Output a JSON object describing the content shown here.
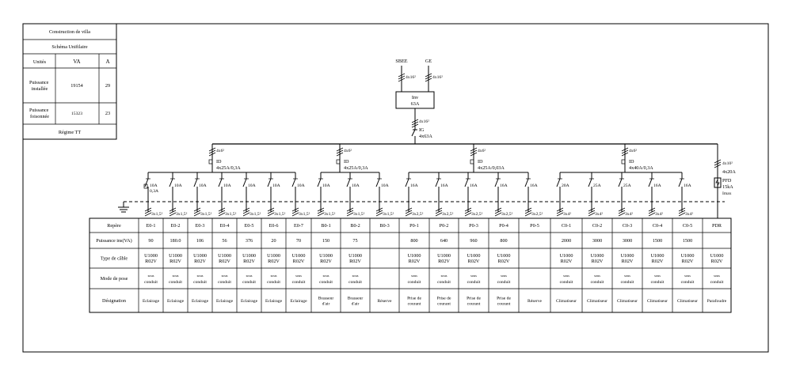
{
  "info": {
    "title": "Construction de villa",
    "subtitle": "Schéma Unifilaire",
    "headers": [
      "Unités",
      "VA",
      "A"
    ],
    "rows": [
      {
        "label": [
          "Puissance",
          "installée"
        ],
        "va": "19154",
        "a": "29"
      },
      {
        "label": [
          "Puissance",
          "foisonnée"
        ],
        "va": "15323",
        "a": "23"
      }
    ],
    "regime": "Régime TT"
  },
  "sources": {
    "left": {
      "name": "SBEE",
      "cable": "4x16²"
    },
    "right": {
      "name": "GE",
      "cable": "4x16²"
    }
  },
  "inverter": {
    "label": "Inv",
    "rating": "63A"
  },
  "main_breaker": {
    "cable": "4x16²",
    "name": "IG",
    "rating": "4x63A"
  },
  "groups": [
    {
      "cable": "4x6²",
      "name": "ID",
      "rating": "4x25A/0,3A"
    },
    {
      "cable": "4x6²",
      "name": "ID",
      "rating": "4x25A/0,3A"
    },
    {
      "cable": "4x6²",
      "name": "ID",
      "rating": "4x25A/0,03A"
    },
    {
      "cable": "4x6²",
      "name": "ID",
      "rating": "4x40A/0,3A"
    }
  ],
  "surge": {
    "cable": "4x10²",
    "breaker": "4x20A",
    "name": "PFD",
    "rating": "15kA",
    "type": "Imax"
  },
  "table_labels": [
    "Repère",
    "Puissance ins(VA)",
    "Type de câble",
    "Mode de pose",
    "Désignation"
  ],
  "circuits": [
    {
      "breaker": [
        "10A",
        "0,3A"
      ],
      "cable": "3x1,5²",
      "repere": "E0-1",
      "power": "90",
      "type": [
        "U1000",
        "R02V"
      ],
      "pose": [
        "sous",
        "conduit"
      ],
      "designation": [
        "Eclairage"
      ]
    },
    {
      "breaker": [
        "10A"
      ],
      "cable": "3x1,5²",
      "repere": "E0-2",
      "power": "180.0",
      "type": [
        "U1000",
        "R02V"
      ],
      "pose": [
        "sous",
        "conduit"
      ],
      "designation": [
        "Eclairage"
      ]
    },
    {
      "breaker": [
        "10A"
      ],
      "cable": "3x1,5²",
      "repere": "E0-3",
      "power": "106",
      "type": [
        "U1000",
        "R02V"
      ],
      "pose": [
        "sous",
        "conduit"
      ],
      "designation": [
        "Eclairage"
      ]
    },
    {
      "breaker": [
        "10A"
      ],
      "cable": "3x1,5²",
      "repere": "E0-4",
      "power": "56",
      "type": [
        "U1000",
        "R02V"
      ],
      "pose": [
        "sous",
        "conduit"
      ],
      "designation": [
        "Eclairage"
      ]
    },
    {
      "breaker": [
        "10A"
      ],
      "cable": "3x1,5²",
      "repere": "E0-5",
      "power": "376",
      "type": [
        "U1000",
        "R02V"
      ],
      "pose": [
        "sous",
        "conduit"
      ],
      "designation": [
        "Eclairage"
      ]
    },
    {
      "breaker": [
        "10A"
      ],
      "cable": "3x1,5²",
      "repere": "E0-6",
      "power": "20",
      "type": [
        "U1000",
        "R02V"
      ],
      "pose": [
        "sous",
        "conduit"
      ],
      "designation": [
        "Eclairage"
      ]
    },
    {
      "breaker": [
        "10A"
      ],
      "cable": "3x1,5²",
      "repere": "E0-7",
      "power": "70",
      "type": [
        "U1000",
        "R02V"
      ],
      "pose": [
        "sous",
        "conduit"
      ],
      "designation": [
        "Eclairage"
      ]
    },
    {
      "breaker": [
        "10A"
      ],
      "cable": "3x1,5²",
      "repere": "B0-1",
      "power": "150",
      "type": [
        "U1000",
        "R02V"
      ],
      "pose": [
        "sous",
        "conduit"
      ],
      "designation": [
        "Brasseur",
        "d'air"
      ]
    },
    {
      "breaker": [
        "10A"
      ],
      "cable": "3x1,5²",
      "repere": "B0-2",
      "power": "75",
      "type": [
        "U1000",
        "R02V"
      ],
      "pose": [
        "sous",
        "conduit"
      ],
      "designation": [
        "Brasseur",
        "d'air"
      ]
    },
    {
      "breaker": [
        "10A"
      ],
      "cable": "3x1,5²",
      "repere": "B0-3",
      "power": "",
      "type": [],
      "pose": [],
      "designation": [
        "Réserve"
      ]
    },
    {
      "breaker": [
        "16A"
      ],
      "cable": "3x2,5²",
      "repere": "P0-1",
      "power": "800",
      "type": [
        "U1000",
        "R02V"
      ],
      "pose": [
        "sous",
        "conduit"
      ],
      "designation": [
        "Prise de",
        "courant"
      ]
    },
    {
      "breaker": [
        "16A"
      ],
      "cable": "3x2,5²",
      "repere": "P0-2",
      "power": "640",
      "type": [
        "U1000",
        "R02V"
      ],
      "pose": [
        "sous",
        "conduit"
      ],
      "designation": [
        "Prise de",
        "courant"
      ]
    },
    {
      "breaker": [
        "16A"
      ],
      "cable": "3x2,5²",
      "repere": "P0-3",
      "power": "960",
      "type": [
        "U1000",
        "R02V"
      ],
      "pose": [
        "sous",
        "conduit"
      ],
      "designation": [
        "Prise de",
        "courant"
      ]
    },
    {
      "breaker": [
        "16A"
      ],
      "cable": "3x2,5²",
      "repere": "P0-4",
      "power": "800",
      "type": [
        "U1000",
        "R02V"
      ],
      "pose": [
        "sous",
        "conduit"
      ],
      "designation": [
        "Prise de",
        "courant"
      ]
    },
    {
      "breaker": [
        "16A"
      ],
      "cable": "3x2,5²",
      "repere": "P0-5",
      "power": "",
      "type": [],
      "pose": [],
      "designation": [
        "Réserve"
      ]
    },
    {
      "breaker": [
        "20A"
      ],
      "cable": "3x4²",
      "repere": "C0-1",
      "power": "2000",
      "type": [
        "U1000",
        "R02V"
      ],
      "pose": [
        "sous",
        "conduit"
      ],
      "designation": [
        "Climatiseur"
      ]
    },
    {
      "breaker": [
        "25A"
      ],
      "cable": "3x4²",
      "repere": "C0-2",
      "power": "3000",
      "type": [
        "U1000",
        "R02V"
      ],
      "pose": [
        "sous",
        "conduit"
      ],
      "designation": [
        "Climatiseur"
      ]
    },
    {
      "breaker": [
        "25A"
      ],
      "cable": "3x4²",
      "repere": "C0-3",
      "power": "3000",
      "type": [
        "U1000",
        "R02V"
      ],
      "pose": [
        "sous",
        "conduit"
      ],
      "designation": [
        "Climatiseur"
      ]
    },
    {
      "breaker": [
        "16A"
      ],
      "cable": "3x4²",
      "repere": "C0-4",
      "power": "1500",
      "type": [
        "U1000",
        "R02V"
      ],
      "pose": [
        "sous",
        "conduit"
      ],
      "designation": [
        "Climatiseur"
      ]
    },
    {
      "breaker": [
        "16A"
      ],
      "cable": "3x4²",
      "repere": "C0-5",
      "power": "1500",
      "type": [
        "U1000",
        "R02V"
      ],
      "pose": [
        "sous",
        "conduit"
      ],
      "designation": [
        "Climatiseur"
      ]
    },
    {
      "breaker": [],
      "cable": "",
      "repere": "PDR",
      "power": "",
      "type": [
        "U1000",
        "R02V"
      ],
      "pose": [
        "sous",
        "conduit"
      ],
      "designation": [
        "Parafoudre"
      ]
    }
  ]
}
